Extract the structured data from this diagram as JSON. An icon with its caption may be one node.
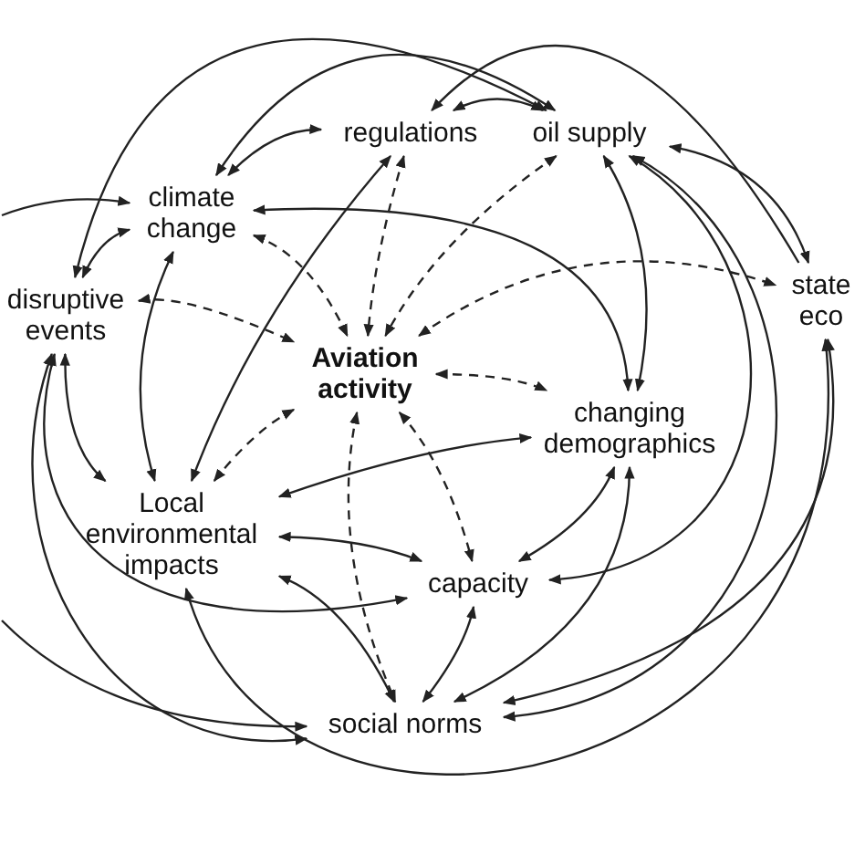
{
  "diagram": {
    "nodes": [
      {
        "text": [
          "regulations"
        ]
      },
      {
        "text": [
          "oil supply"
        ]
      },
      {
        "text": [
          "climate change"
        ]
      },
      {
        "text": [
          "disruptive events"
        ]
      },
      {
        "text": [
          "state eco"
        ]
      },
      {
        "text": [
          "Aviation activity"
        ]
      },
      {
        "text": [
          "changing demographics"
        ]
      },
      {
        "text": [
          "Local environmental impacts"
        ]
      },
      {
        "text": [
          "capacity"
        ]
      },
      {
        "text": [
          "social norms"
        ]
      }
    ],
    "edges": [
      {
        "from": 3,
        "to": 5,
        "arrow": "both",
        "style": "dashed"
      },
      {
        "from": 2,
        "to": 5,
        "arrow": "both",
        "style": "dashed"
      },
      {
        "from": 0,
        "to": 5,
        "arrow": "both",
        "style": "dashed"
      },
      {
        "from": 1,
        "to": 5,
        "arrow": "both",
        "style": "dashed"
      },
      {
        "from": 5,
        "to": 4,
        "arrow": "both",
        "style": "dashed"
      },
      {
        "from": 5,
        "to": 6,
        "arrow": "both",
        "style": "dashed"
      },
      {
        "from": 5,
        "to": 7,
        "arrow": "both",
        "style": "dashed"
      },
      {
        "from": 5,
        "to": 8,
        "arrow": "both",
        "style": "dashed"
      },
      {
        "from": 5,
        "to": 9,
        "arrow": "both",
        "style": "dashed"
      },
      {
        "from": 0,
        "to": 1,
        "arrow": "both"
      },
      {
        "from": 0,
        "to": 2,
        "arrow": "both"
      },
      {
        "from": 4,
        "to": 0,
        "arrow": "to"
      },
      {
        "from": 3,
        "to": 1,
        "arrow": "both"
      },
      {
        "from": 2,
        "to": 1,
        "arrow": "both"
      },
      {
        "from": null,
        "to": 2,
        "arrow": "to"
      },
      {
        "from": 2,
        "to": 7,
        "arrow": "both"
      },
      {
        "from": 0,
        "to": 7,
        "arrow": "both"
      },
      {
        "from": 3,
        "to": 7,
        "arrow": "both"
      },
      {
        "from": 2,
        "to": 6,
        "arrow": "both"
      },
      {
        "from": 1,
        "to": 6,
        "arrow": "both"
      },
      {
        "from": 1,
        "to": 8,
        "arrow": "both"
      },
      {
        "from": 1,
        "to": 9,
        "arrow": "both"
      },
      {
        "from": 1,
        "to": 4,
        "arrow": "both"
      },
      {
        "from": 4,
        "to": 9,
        "arrow": "both"
      },
      {
        "from": 4,
        "to": 7,
        "arrow": "both"
      },
      {
        "from": 3,
        "to": 8,
        "arrow": "both"
      },
      {
        "from": 3,
        "to": 9,
        "arrow": "both"
      },
      {
        "from": null,
        "to": 9,
        "arrow": "to"
      },
      {
        "from": 7,
        "to": 6,
        "arrow": "both"
      },
      {
        "from": 7,
        "to": 8,
        "arrow": "both"
      },
      {
        "from": 7,
        "to": 9,
        "arrow": "both"
      },
      {
        "from": 8,
        "to": 6,
        "arrow": "both"
      },
      {
        "from": 6,
        "to": 9,
        "arrow": "both"
      },
      {
        "from": 8,
        "to": 9,
        "arrow": "both"
      },
      {
        "from": 3,
        "to": 2,
        "arrow": "both"
      }
    ]
  }
}
